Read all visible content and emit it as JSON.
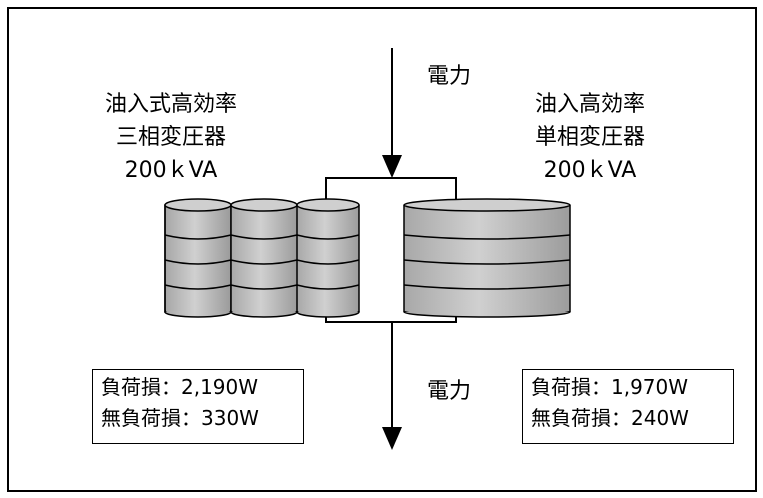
{
  "diagram": {
    "left_transformer": {
      "line1": "油入式高効率",
      "line2": "三相変圧器",
      "line3": "200ｋVA",
      "load_loss": "負荷損：2,190W",
      "no_load_loss": "無負荷損：330W"
    },
    "right_transformer": {
      "line1": "油入高効率",
      "line2": "単相変圧器",
      "line3": "200ｋVA",
      "load_loss": "負荷損：1,970W",
      "no_load_loss": "無負荷損：240W"
    },
    "power_in_label": "電力",
    "power_out_label": "電力",
    "colors": {
      "cylinder_fill": "#bfbfbf",
      "cylinder_top": "#cfcfcf",
      "line": "#000000"
    }
  }
}
